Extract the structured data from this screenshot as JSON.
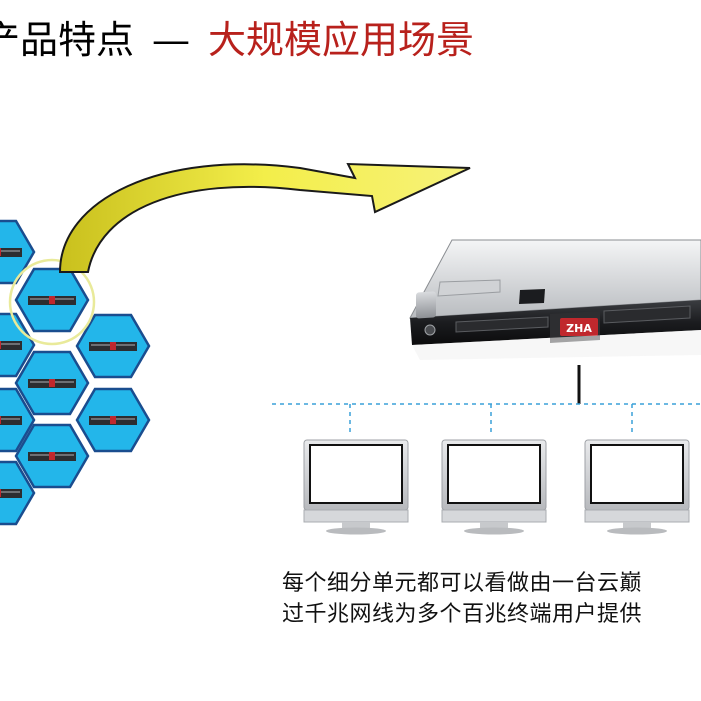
{
  "title": {
    "prefix": "产品特点",
    "dash": "—",
    "highlight": "大规模应用场景",
    "highlight_color": "#b8211c"
  },
  "caption": {
    "line1": "每个细分单元都可以看做由一台云巅",
    "line2": "过千兆网线为多个百兆终端用户提供"
  },
  "server": {
    "logo_text": "ZHA",
    "logo_color": "#c0282d"
  },
  "colors": {
    "hex_fill": "#23b6ea",
    "hex_stroke": "#1a4d8f",
    "arrow_fill": "#f0ea3a",
    "network_line": "#3aa0d8"
  },
  "terminals": {
    "count": 3
  }
}
